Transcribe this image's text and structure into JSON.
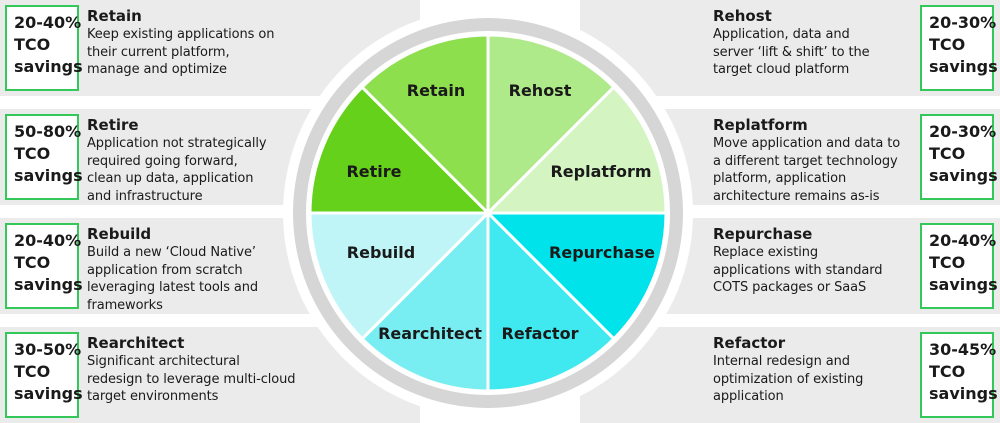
{
  "strategies": {
    "retain": {
      "title": "Retain",
      "desc": [
        "Keep existing applications on",
        "their current platform,",
        "manage and optimize"
      ],
      "savings": [
        "20-40%",
        "TCO",
        "savings"
      ]
    },
    "retire": {
      "title": "Retire",
      "desc": [
        "Application not strategically",
        "required going forward,",
        "clean up data, application",
        "and infrastructure"
      ],
      "savings": [
        "50-80%",
        "TCO",
        "savings"
      ]
    },
    "rebuild": {
      "title": "Rebuild",
      "desc": [
        "Build a new ‘Cloud Native’",
        "application from scratch",
        "leveraging latest tools and",
        "frameworks"
      ],
      "savings": [
        "20-40%",
        "TCO",
        "savings"
      ]
    },
    "rearchitect": {
      "title": "Rearchitect",
      "desc": [
        "Significant architectural",
        "redesign to leverage multi-cloud",
        "target environments"
      ],
      "savings": [
        "30-50%",
        "TCO",
        "savings"
      ]
    },
    "rehost": {
      "title": "Rehost",
      "desc": [
        "Application, data and",
        "server ‘lift & shift’ to the",
        "target cloud platform"
      ],
      "savings": [
        "20-30%",
        "TCO",
        "savings"
      ]
    },
    "replatform": {
      "title": "Replatform",
      "desc": [
        "Move application and data to",
        "a different target technology",
        "platform, application",
        "architecture remains as-is"
      ],
      "savings": [
        "20-30%",
        "TCO",
        "savings"
      ]
    },
    "repurchase": {
      "title": "Repurchase",
      "desc": [
        "Replace existing",
        "applications with standard",
        "COTS packages or SaaS"
      ],
      "savings": [
        "20-40%",
        "TCO",
        "savings"
      ]
    },
    "refactor": {
      "title": "Refactor",
      "desc": [
        "Internal redesign and",
        "optimization of existing",
        "application"
      ],
      "savings": [
        "30-45%",
        "TCO",
        "savings"
      ]
    }
  },
  "wheel": {
    "segments": [
      {
        "key": "rehost",
        "label": "Rehost",
        "color": "#aee98a"
      },
      {
        "key": "replatform",
        "label": "Replatform",
        "color": "#d4f4c2"
      },
      {
        "key": "repurchase",
        "label": "Repurchase",
        "color": "#00e3ea"
      },
      {
        "key": "refactor",
        "label": "Refactor",
        "color": "#40e8ef"
      },
      {
        "key": "rearchitect",
        "label": "Rearchitect",
        "color": "#78eef2"
      },
      {
        "key": "rebuild",
        "label": "Rebuild",
        "color": "#bff5f7"
      },
      {
        "key": "retire",
        "label": "Retire",
        "color": "#66d11a"
      },
      {
        "key": "retain",
        "label": "Retain",
        "color": "#8ddf4e"
      }
    ],
    "ring_color": "#d6d6d6",
    "badge_border_color": "#34c759"
  }
}
